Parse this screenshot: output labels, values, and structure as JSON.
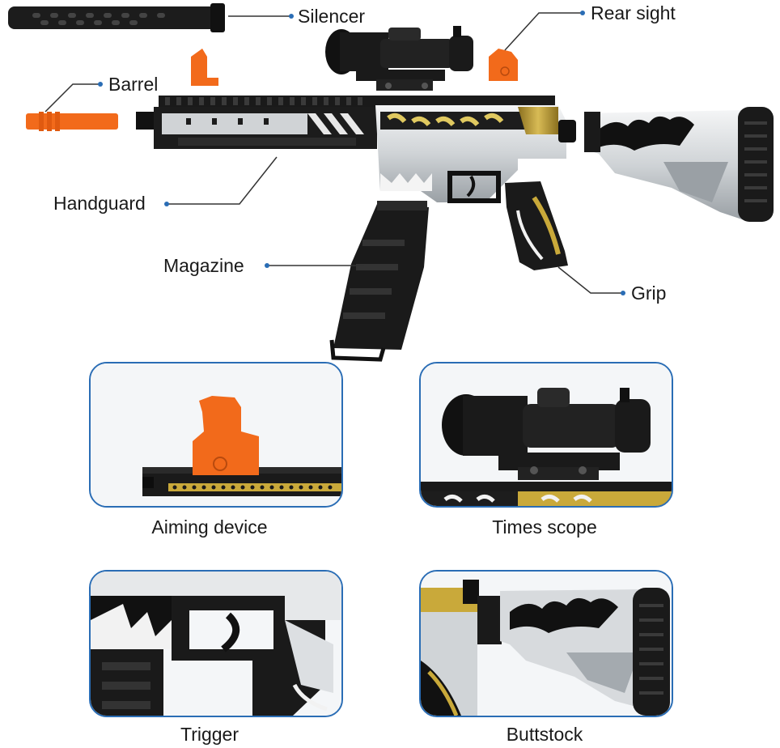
{
  "callouts": {
    "silencer": "Silencer",
    "rear_sight": "Rear sight",
    "barrel": "Barrel",
    "handguard": "Handguard",
    "magazine": "Magazine",
    "grip": "Grip"
  },
  "panels": [
    {
      "caption": "Aiming device"
    },
    {
      "caption": "Times scope"
    },
    {
      "caption": "Trigger"
    },
    {
      "caption": "Buttstock"
    }
  ],
  "colors": {
    "callout_line": "#333333",
    "dot": "#2a6db5",
    "panel_border": "#2a6db5",
    "orange": "#f26a1b",
    "gold": "#c9a93a",
    "black": "#151515",
    "silver": "#d9dcdf"
  }
}
